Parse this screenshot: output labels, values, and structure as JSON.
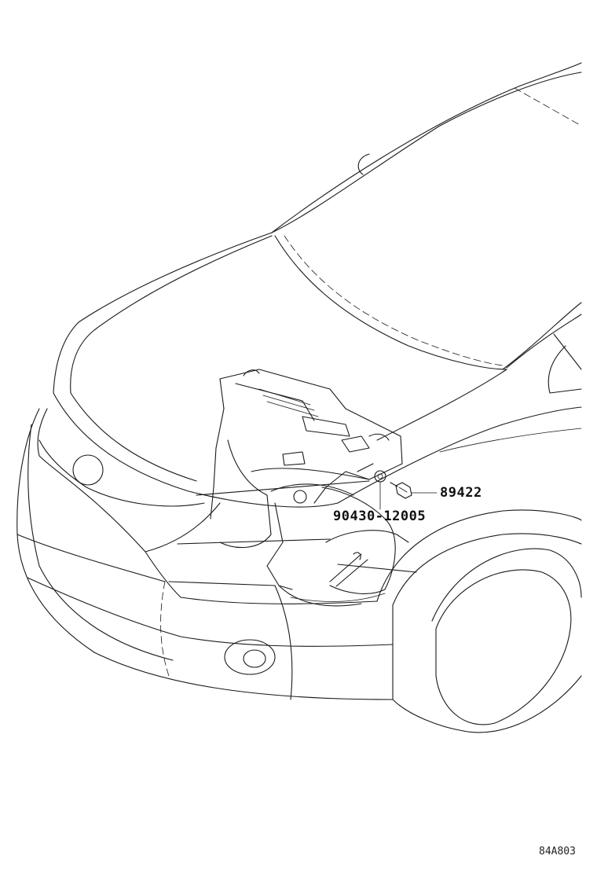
{
  "callouts": {
    "sensor_part": "89422",
    "gasket_part": "90430-12005"
  },
  "drawing_code": "84A803",
  "colors": {
    "line": "#1a1a1a",
    "background": "#ffffff"
  }
}
